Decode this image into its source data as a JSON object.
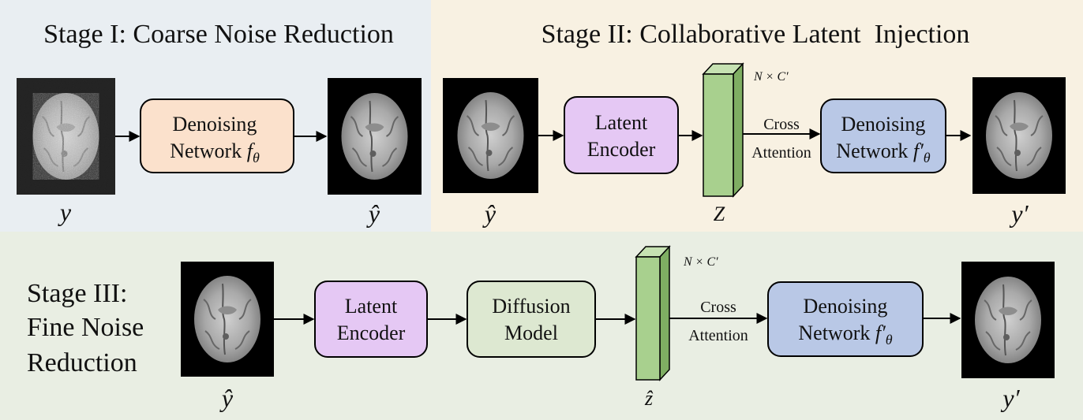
{
  "colors": {
    "stage1_bg": "#e9eef2",
    "stage2_bg": "#f8f1e2",
    "stage3_bg": "#e9eee3",
    "denoise1_fill": "#fbe1cc",
    "encoder_fill": "#e5c8f4",
    "denoise2_fill": "#b9c8e6",
    "diffusion_fill": "#dde8d1",
    "latent_block_fill": "#a8d08e",
    "image_bg": "#000000"
  },
  "icons": {
    "image": "brain-mri-icon",
    "latent": "latent-tensor-icon"
  },
  "stage1": {
    "title": "Stage I: Coarse Noise Reduction",
    "input_label": "y",
    "output_label": "ŷ",
    "network_line1": "Denoising",
    "network_line2": "Network",
    "network_symbol": "f",
    "network_sub": "θ"
  },
  "stage2": {
    "title": "Stage II: Collaborative Latent  Injection",
    "input_label": "ŷ",
    "encoder_line1": "Latent",
    "encoder_line2": "Encoder",
    "latent_dims": "N × C′",
    "latent_label": "Z",
    "cross_line1": "Cross",
    "cross_line2": "Attention",
    "network_line1": "Denoising",
    "network_line2": "Network",
    "network_symbol": "f′",
    "network_sub": "θ",
    "output_label": "y′"
  },
  "stage3": {
    "title_line1": "Stage III:",
    "title_line2": "Fine Noise",
    "title_line3": "Reduction",
    "input_label": "ŷ",
    "encoder_line1": "Latent",
    "encoder_line2": "Encoder",
    "diffusion_line1": "Diffusion",
    "diffusion_line2": "Model",
    "latent_dims": "N × C′",
    "latent_label": "ẑ",
    "cross_line1": "Cross",
    "cross_line2": "Attention",
    "network_line1": "Denoising",
    "network_line2": "Network",
    "network_symbol": "f′",
    "network_sub": "θ",
    "output_label": "y′"
  }
}
